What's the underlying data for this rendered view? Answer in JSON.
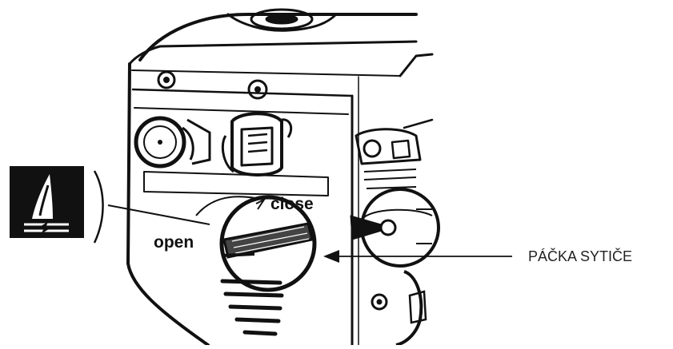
{
  "diagram": {
    "dial_labels": {
      "close": "close",
      "open": "open"
    },
    "callout": {
      "text": "PÁČKA SYTIČE"
    },
    "icons": {
      "symbol": "choke-symbol-icon"
    },
    "colors": {
      "ink": "#111111",
      "background": "#ffffff"
    }
  }
}
